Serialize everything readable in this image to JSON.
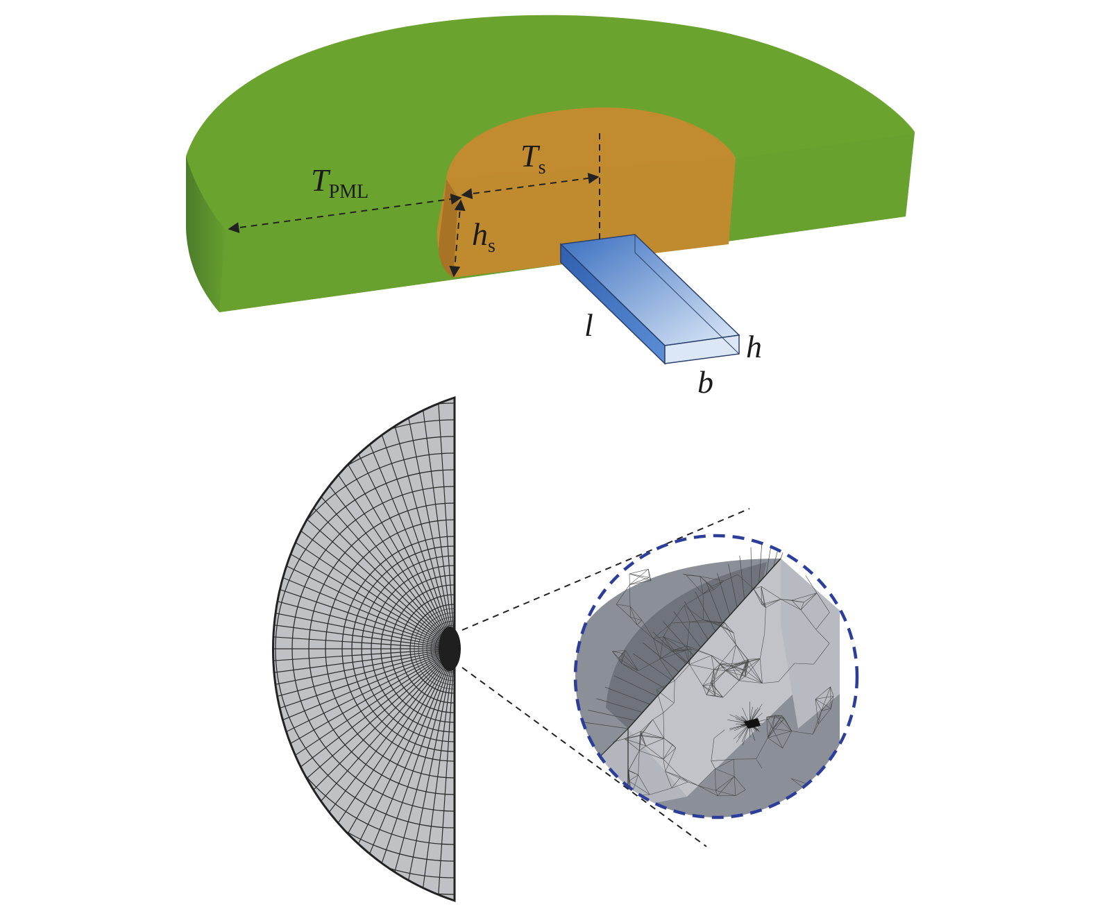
{
  "labels": {
    "t_pml": {
      "main": "T",
      "sub": "PML"
    },
    "t_s": {
      "main": "T",
      "sub": "s"
    },
    "h_s": {
      "main": "h",
      "sub": "s"
    },
    "l": "l",
    "h": "h",
    "b": "b"
  },
  "colors": {
    "pml_green": "#6aa42f",
    "pml_green_side": "#4e7f2b",
    "soil_orange": "#c18a2e",
    "soil_orange_side": "#a87223",
    "plate_blue": "#3f74c2",
    "mesh_fill": "#bfc1c5",
    "mesh_line": "#2b2b2b",
    "zoom_circle": "#2d3e9a"
  },
  "icons": {
    "dimension_arrow": "arrowhead"
  }
}
